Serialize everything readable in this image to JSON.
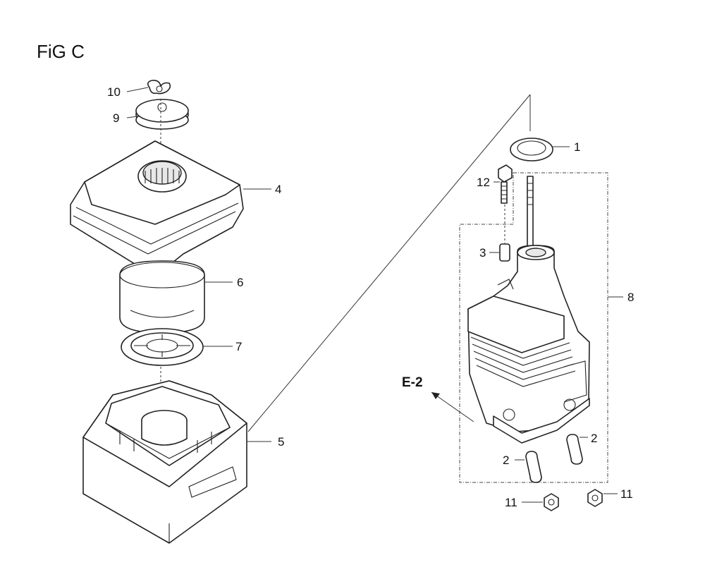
{
  "figure": {
    "title": "FiG C"
  },
  "callouts": {
    "p1": "1",
    "p2a": "2",
    "p2b": "2",
    "p3": "3",
    "p4": "4",
    "p5": "5",
    "p6": "6",
    "p7": "7",
    "p8": "8",
    "p9": "9",
    "p10": "10",
    "p11a": "11",
    "p11b": "11",
    "p12": "12"
  },
  "reference": {
    "label": "E-2"
  }
}
